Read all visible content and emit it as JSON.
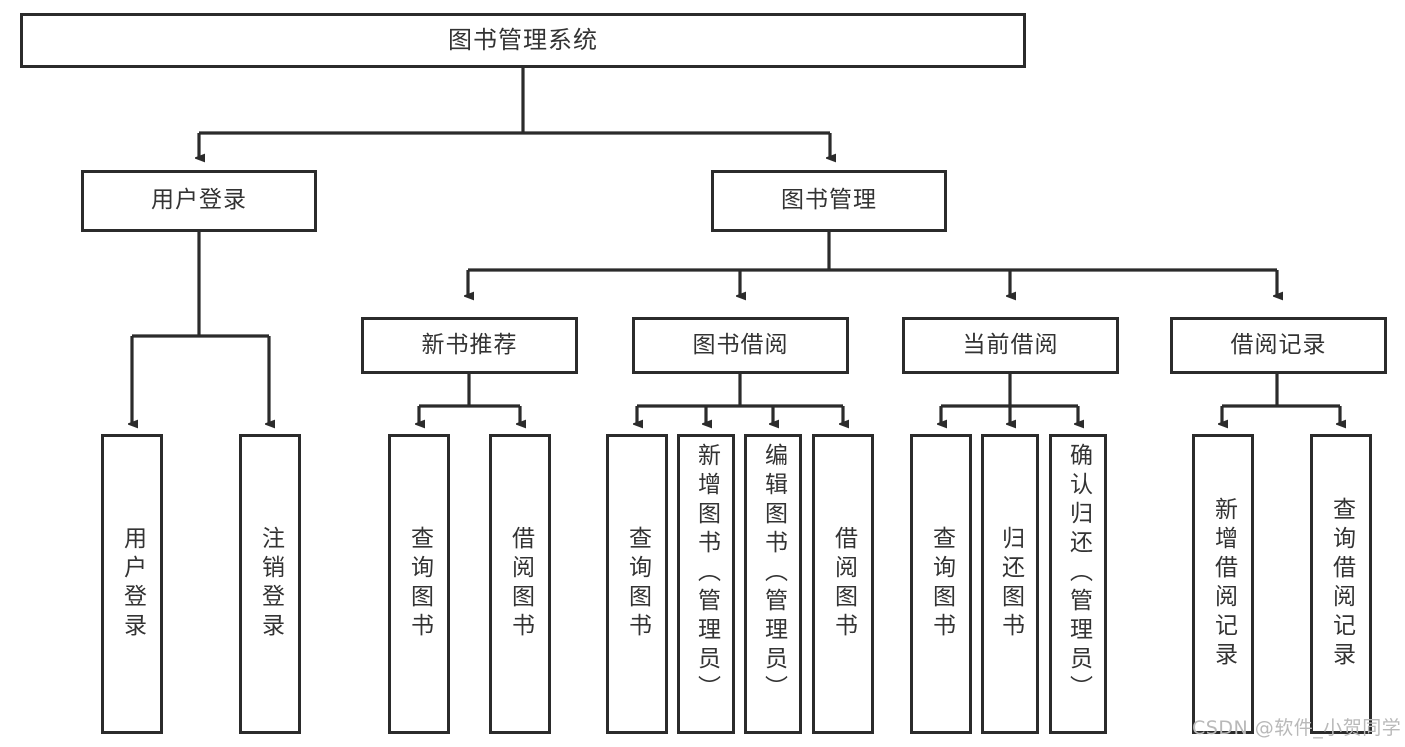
{
  "diagram": {
    "title": "图书管理系统",
    "type": "tree-hierarchy",
    "levels": [
      {
        "level": 1,
        "nodes": [
          {
            "id": "root",
            "label": "图书管理系统"
          }
        ]
      },
      {
        "level": 2,
        "nodes": [
          {
            "id": "user-login",
            "label": "用户登录"
          },
          {
            "id": "book-manage",
            "label": "图书管理"
          }
        ]
      },
      {
        "level": 3,
        "nodes": [
          {
            "id": "new-book-rec",
            "label": "新书推荐"
          },
          {
            "id": "book-borrow",
            "label": "图书借阅"
          },
          {
            "id": "current-borrow",
            "label": "当前借阅"
          },
          {
            "id": "borrow-record",
            "label": "借阅记录"
          }
        ]
      },
      {
        "level": 4,
        "groups": [
          {
            "parent": "user-login",
            "nodes": [
              {
                "id": "leaf-user-login",
                "label": "用户登录"
              },
              {
                "id": "leaf-logout",
                "label": "注销登录"
              }
            ]
          },
          {
            "parent": "new-book-rec",
            "nodes": [
              {
                "id": "leaf-query-book-1",
                "label": "查询图书"
              },
              {
                "id": "leaf-borrow-book-1",
                "label": "借阅图书"
              }
            ]
          },
          {
            "parent": "book-borrow",
            "nodes": [
              {
                "id": "leaf-query-book-2",
                "label": "查询图书"
              },
              {
                "id": "leaf-add-book",
                "label": "新增图书（管理员）"
              },
              {
                "id": "leaf-edit-book",
                "label": "编辑图书（管理员）"
              },
              {
                "id": "leaf-borrow-book-2",
                "label": "借阅图书"
              }
            ]
          },
          {
            "parent": "current-borrow",
            "nodes": [
              {
                "id": "leaf-query-book-3",
                "label": "查询图书"
              },
              {
                "id": "leaf-return-book",
                "label": "归还图书"
              },
              {
                "id": "leaf-confirm-return",
                "label": "确认归还（管理员）"
              }
            ]
          },
          {
            "parent": "borrow-record",
            "nodes": [
              {
                "id": "leaf-add-record",
                "label": "新增借阅记录"
              },
              {
                "id": "leaf-query-record",
                "label": "查询借阅记录"
              }
            ]
          }
        ]
      }
    ]
  },
  "watermark": {
    "text": "CSDN @软件_小贺同学"
  },
  "colors": {
    "border": "#2b2b2b",
    "text": "#333333",
    "background": "#ffffff",
    "watermark": "#b9b9b9"
  }
}
